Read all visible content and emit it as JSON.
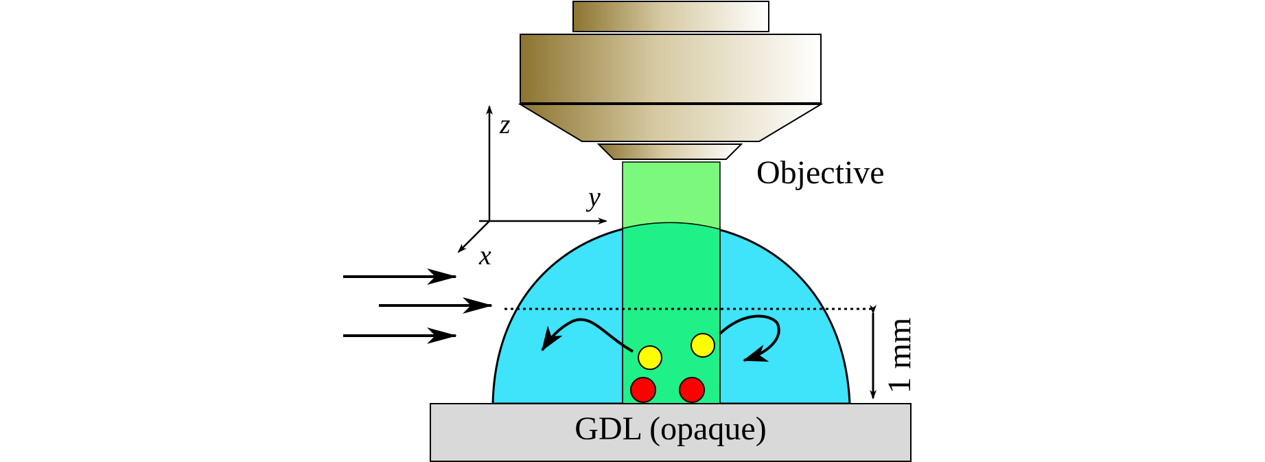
{
  "labels": {
    "objective": "Objective",
    "gdl": "GDL (opaque)",
    "scale": "1 mm",
    "axis_x": "x",
    "axis_y": "y",
    "axis_z": "z"
  },
  "colors": {
    "droplet": "#3FE3FA",
    "beam_upper": "#7CF97C",
    "beam_in_droplet": "#1FF088",
    "gdl": "#D9D9D9",
    "particle_yellow": "#FFFF00",
    "particle_red": "#FF0000",
    "objective_dark": "#8C7430",
    "objective_light": "#FFFFFF"
  },
  "icons": {
    "flow_arrows": "right-arrow-icon",
    "recirculation": "curved-arrow-icon",
    "scale_bar": "double-headed-arrow-icon"
  }
}
